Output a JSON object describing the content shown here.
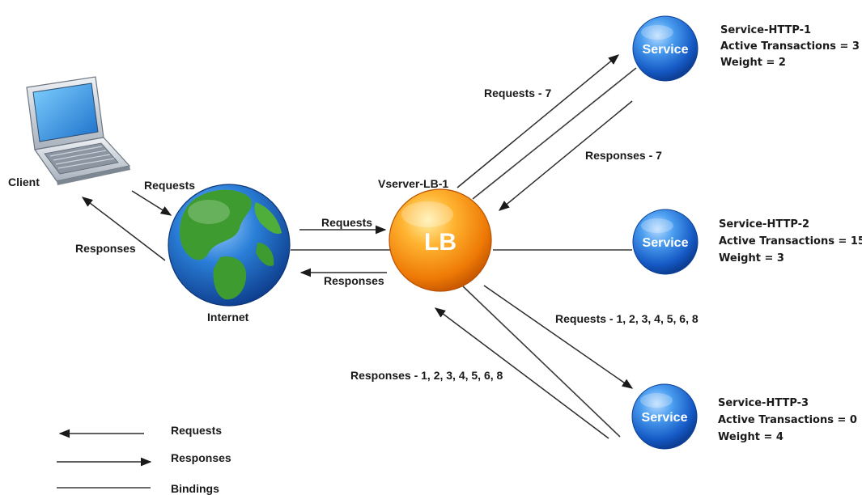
{
  "client": {
    "label": "Client"
  },
  "internet": {
    "label": "Internet"
  },
  "vserver": {
    "label": "Vserver-LB-1",
    "center_text": "LB"
  },
  "client_links": {
    "requests": "Requests",
    "responses": "Responses"
  },
  "internet_links": {
    "requests": "Requests",
    "responses": "Responses"
  },
  "service1": {
    "text": "Service",
    "name": "Service-HTTP-1",
    "active": "Active Transactions = 3",
    "weight": "Weight = 2",
    "requests": "Requests - 7",
    "responses": "Responses - 7"
  },
  "service2": {
    "text": "Service",
    "name": "Service-HTTP-2",
    "active": "Active Transactions = 15",
    "weight": "Weight = 3"
  },
  "service3": {
    "text": "Service",
    "name": "Service-HTTP-3",
    "active": "Active Transactions = 0",
    "weight": "Weight = 4",
    "requests": "Requests - 1, 2, 3, 4, 5, 6, 8",
    "responses": "Responses - 1, 2, 3, 4, 5, 6, 8"
  },
  "legend": {
    "requests": "Requests",
    "responses": "Responses",
    "bindings": "Bindings"
  },
  "colors": {
    "service_blue": "#1f6fd6",
    "lb_orange": "#f08a10",
    "ocean": "#1c6cc9",
    "land": "#3c9a2e"
  }
}
